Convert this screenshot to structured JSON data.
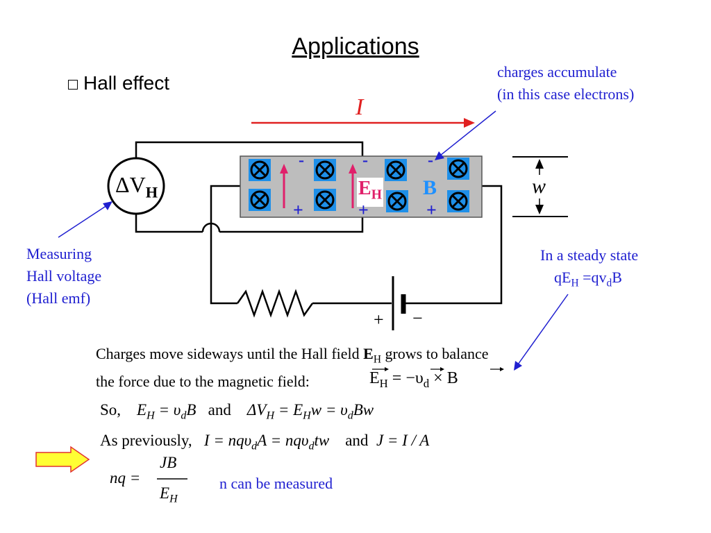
{
  "title": "Applications",
  "bullet": "Hall effect",
  "current_label": "I",
  "voltmeter": {
    "delta": "ΔV",
    "sub": "H"
  },
  "field_label_e": "E",
  "field_label_e_sub": "H",
  "field_label_b": "B",
  "width_label": "w",
  "charges": {
    "minus": "-",
    "plus": "+"
  },
  "battery": {
    "plus": "+",
    "minus": "−"
  },
  "note_charges": [
    "charges accumulate",
    "(in this case electrons)"
  ],
  "note_measuring": [
    "Measuring",
    "Hall voltage",
    "(Hall emf)"
  ],
  "note_steady": {
    "line1": "In a steady state",
    "q1": "qE",
    "s1": "H",
    "eq": " =qv",
    "s2": "d",
    "end": "B"
  },
  "para": {
    "l1a": "Charges move sideways until the Hall field ",
    "l1b": "E",
    "l1c": "H",
    "l1d": " grows to balance",
    "l2": "the force due to the magnetic field:"
  },
  "vec_eq": {
    "E": "E",
    "Es": "H",
    "mid": " = −υ",
    "vs": "d",
    "x": " × ",
    "B": "B"
  },
  "so_line": {
    "so": "So,",
    "e1": "E",
    "e1s": "H",
    "e1r": " = υ",
    "e1rs": "d",
    "e1b": "B",
    "and": "and",
    "d": "ΔV",
    "ds": "H",
    "r1": " = E",
    "r1s": "H",
    "r2": "w = υ",
    "r2s": "d",
    "r3": "Bw"
  },
  "prev_line": {
    "lead": "As previously,",
    "a": "I = nqυ",
    "as": "d",
    "b": "A = nqυ",
    "bs": "d",
    "c": "tw",
    "and": "and",
    "d": "J = I / A"
  },
  "frac": {
    "lhs": "nq =",
    "num": "JB",
    "den": "E",
    "den_sub": "H"
  },
  "n_note": "n can be measured",
  "colors": {
    "accent_blue": "#1f1fd0",
    "current_red": "#e02020",
    "field_pink": "#e0206a",
    "b_blue": "#1e90ff",
    "slab": "#bdbdbd",
    "arrow_yellow": "#ffff33"
  }
}
